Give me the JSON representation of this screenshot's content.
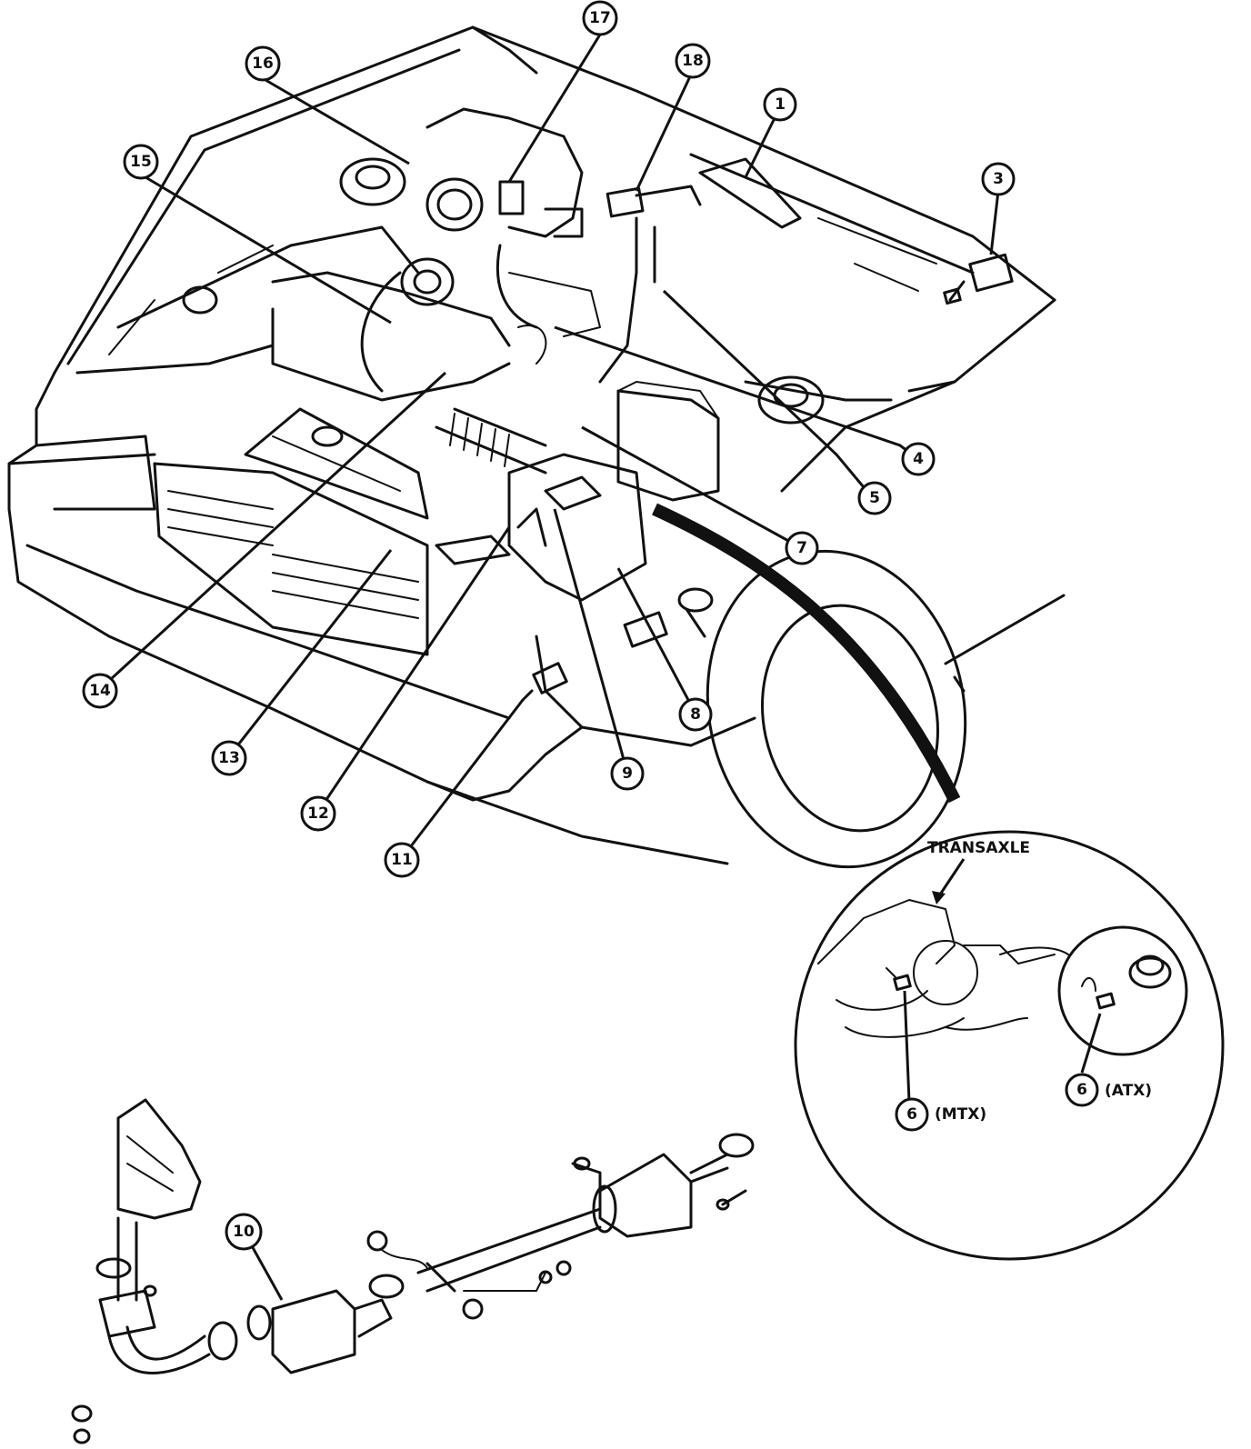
{
  "callouts": [
    {
      "id": "1",
      "label": "1"
    },
    {
      "id": "3",
      "label": "3"
    },
    {
      "id": "4",
      "label": "4"
    },
    {
      "id": "5",
      "label": "5"
    },
    {
      "id": "6-mtx",
      "label": "6"
    },
    {
      "id": "6-atx",
      "label": "6"
    },
    {
      "id": "7",
      "label": "7"
    },
    {
      "id": "8",
      "label": "8"
    },
    {
      "id": "9",
      "label": "9"
    },
    {
      "id": "10",
      "label": "10"
    },
    {
      "id": "11",
      "label": "11"
    },
    {
      "id": "12",
      "label": "12"
    },
    {
      "id": "13",
      "label": "13"
    },
    {
      "id": "14",
      "label": "14"
    },
    {
      "id": "15",
      "label": "15"
    },
    {
      "id": "16",
      "label": "16"
    },
    {
      "id": "17",
      "label": "17"
    },
    {
      "id": "18",
      "label": "18"
    }
  ],
  "detail_view": {
    "title": "TRANSAXLE",
    "mtx_suffix": "(MTX)",
    "atx_suffix": "(ATX)"
  },
  "colors": {
    "ink": "#111111",
    "paper": "#ffffff"
  }
}
